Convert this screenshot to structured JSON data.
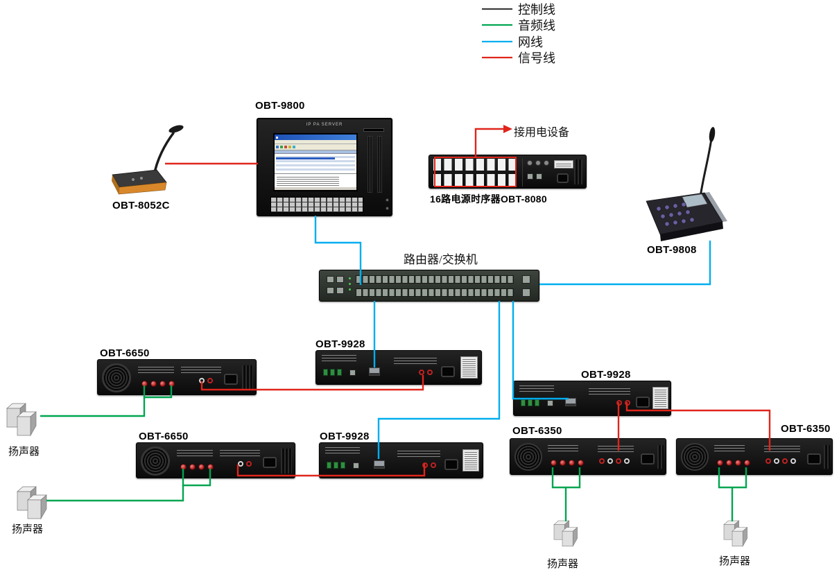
{
  "legend": {
    "items": [
      {
        "label": "控制线",
        "color": "#3c3c3c"
      },
      {
        "label": "音频线",
        "color": "#00a550"
      },
      {
        "label": "网线",
        "color": "#00aeef"
      },
      {
        "label": "信号线",
        "color": "#e0251b"
      }
    ]
  },
  "colors": {
    "control": "#3c3c3c",
    "audio": "#00a550",
    "network": "#00aeef",
    "signal": "#e0251b"
  },
  "devices": {
    "obt9800": {
      "label": "OBT-9800",
      "screen_title": "IP PA SERVER"
    },
    "obt8052c": {
      "label": "OBT-8052C"
    },
    "obt8080": {
      "label": "16路电源时序器OBT-8080",
      "annotation": "接用电设备"
    },
    "obt9808": {
      "label": "OBT-9808"
    },
    "router": {
      "label": "路由器/交换机"
    },
    "obt6650_1": {
      "label": "OBT-6650"
    },
    "obt6650_2": {
      "label": "OBT-6650"
    },
    "obt9928_1": {
      "label": "OBT-9928"
    },
    "obt9928_2": {
      "label": "OBT-9928"
    },
    "obt9928_3": {
      "label": "OBT-9928"
    },
    "obt6350_1": {
      "label": "OBT-6350"
    },
    "obt6350_2": {
      "label": "OBT-6350"
    },
    "speaker_1": {
      "label": "扬声器"
    },
    "speaker_2": {
      "label": "扬声器"
    },
    "speaker_3": {
      "label": "扬声器"
    },
    "speaker_4": {
      "label": "扬声器"
    }
  },
  "connections": [
    {
      "from": "OBT-8052C",
      "to": "OBT-9800",
      "type": "信号线"
    },
    {
      "from": "OBT-8080",
      "to": "接用电设备",
      "type": "信号线"
    },
    {
      "from": "OBT-9800",
      "to": "路由器/交换机",
      "type": "网线"
    },
    {
      "from": "路由器/交换机",
      "to": "OBT-9808",
      "type": "网线"
    },
    {
      "from": "路由器/交换机",
      "to": "OBT-9928-1",
      "type": "网线"
    },
    {
      "from": "路由器/交换机",
      "to": "OBT-9928-2",
      "type": "网线"
    },
    {
      "from": "路由器/交换机",
      "to": "OBT-9928-3",
      "type": "网线"
    },
    {
      "from": "OBT-9928-1",
      "to": "OBT-6650-1",
      "type": "信号线"
    },
    {
      "from": "OBT-9928-3",
      "to": "OBT-6650-2",
      "type": "信号线"
    },
    {
      "from": "OBT-9928-2",
      "to": "OBT-6350-1",
      "type": "信号线"
    },
    {
      "from": "OBT-9928-2",
      "to": "OBT-6350-2",
      "type": "信号线"
    },
    {
      "from": "OBT-6650-1",
      "to": "扬声器-1",
      "type": "音频线"
    },
    {
      "from": "OBT-6650-2",
      "to": "扬声器-2",
      "type": "音频线"
    },
    {
      "from": "OBT-6350-1",
      "to": "扬声器-3",
      "type": "音频线"
    },
    {
      "from": "OBT-6350-2",
      "to": "扬声器-4",
      "type": "音频线"
    }
  ]
}
